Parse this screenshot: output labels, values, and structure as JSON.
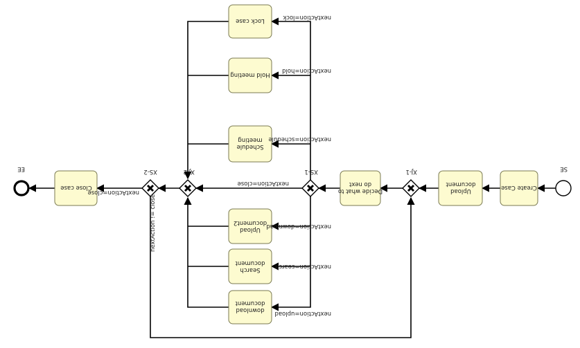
{
  "events": {
    "start": "SE",
    "end": "EE"
  },
  "tasks": {
    "create_case": "Create Case",
    "upload_document": [
      "Upload",
      "document"
    ],
    "decide_next": [
      "Decide what to",
      "do next"
    ],
    "lock_case": "Lock case",
    "hold_meeting": "Hold meeting",
    "schedule_meeting": [
      "Schedule",
      "meeting"
    ],
    "download_document": [
      "download",
      "document"
    ],
    "search_document": [
      "Search",
      "document"
    ],
    "upload_document2": [
      "Upload",
      "document2"
    ],
    "close_case": "Close case"
  },
  "gateways": {
    "xj1": "XJ-1",
    "xs1": "XS-1",
    "xj2": "XJ-2",
    "xs2": "XS-2"
  },
  "conditions": {
    "lock": "nextAction=lock",
    "hold": "nextAction=hold",
    "schedule": "nextAction=schedule",
    "close_xs1": "nextAction=close",
    "download": "nextAction=download",
    "search": "nextAction=search",
    "upload": "nextAction=upload",
    "close_xs2": "nextAction=close",
    "not_close": "nextAction != close"
  }
}
